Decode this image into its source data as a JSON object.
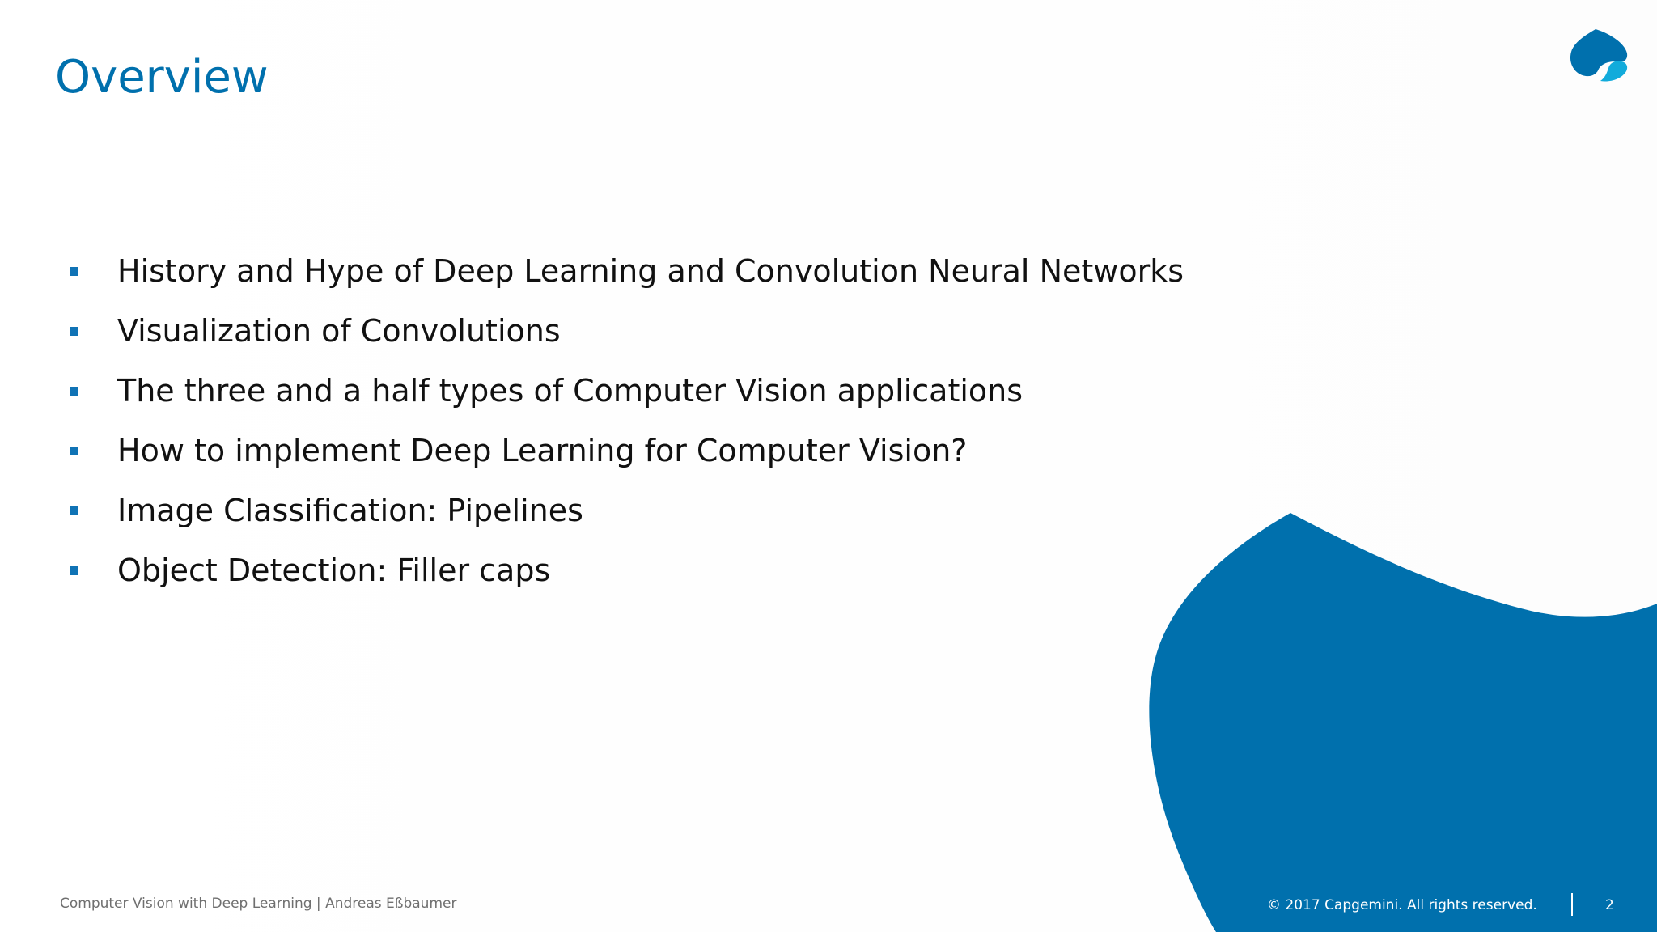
{
  "slide": {
    "title": "Overview",
    "bullets": [
      "History and Hype of Deep Learning and Convolution Neural Networks",
      "Visualization of Convolutions",
      "The three and a half types of Computer Vision applications",
      "How to implement Deep Learning for Computer Vision?",
      "Image Classification: Pipelines",
      "Object Detection: Filler caps"
    ],
    "footer_left": "Computer Vision with Deep Learning |  Andreas Eßbaumer",
    "footer_right": "© 2017 Capgemini. All rights reserved.",
    "page_number": "2"
  },
  "colors": {
    "brand_blue": "#0070ad",
    "logo_light_blue": "#12abdb"
  },
  "icons": {
    "logo": "capgemini-spade-icon",
    "bullet": "square-bullet-icon"
  }
}
